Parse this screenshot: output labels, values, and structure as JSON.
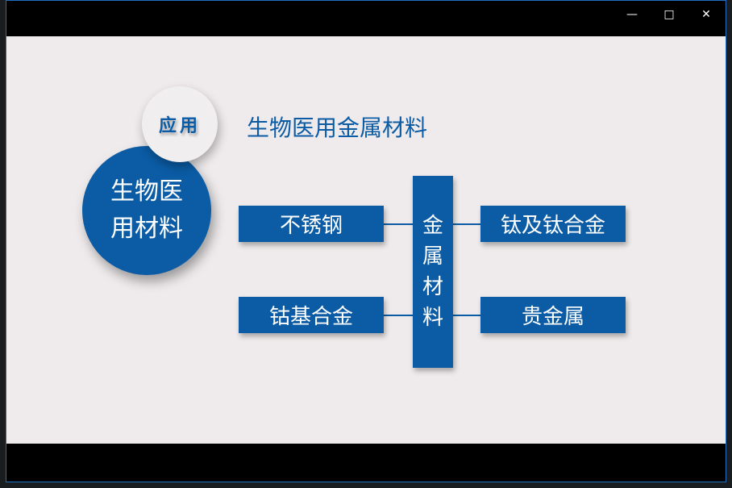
{
  "window": {
    "controls": [
      "minimize",
      "maximize",
      "close"
    ]
  },
  "slide": {
    "badge": "应用",
    "circle_text": [
      "生物医",
      "用材料"
    ],
    "title": "生物医用金属材料",
    "center": [
      "金",
      "属",
      "材",
      "料"
    ],
    "left_items": [
      "不锈钢",
      "钴基合金"
    ],
    "right_items": [
      "钛及钛合金",
      "贵金属"
    ],
    "accent": "#0b5ca5"
  }
}
